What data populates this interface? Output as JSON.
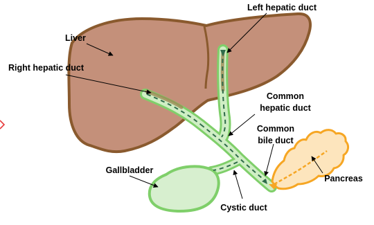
{
  "labels": {
    "liver": "Liver",
    "left_hepatic_duct": "Left hepatic duct",
    "right_hepatic_duct": "Right hepatic duct",
    "common_hepatic_duct_line1": "Common",
    "common_hepatic_duct_line2": "hepatic duct",
    "common_bile_duct_line1": "Common",
    "common_bile_duct_line2": "bile duct",
    "gallbladder": "Gallbladder",
    "pancreas": "Pancreas",
    "cystic_duct": "Cystic duct"
  },
  "colors": {
    "liver_fill": "#c4907a",
    "liver_outline": "#8a5a2e",
    "duct_fill": "#cfeec4",
    "duct_outline": "#7fcf6a",
    "flow_dash": "#2f6b4a",
    "gallbladder_fill": "#d7efcf",
    "pancreas_fill": "#fde5bd",
    "pancreas_outline": "#f6a623",
    "marker": "#e6393a"
  }
}
